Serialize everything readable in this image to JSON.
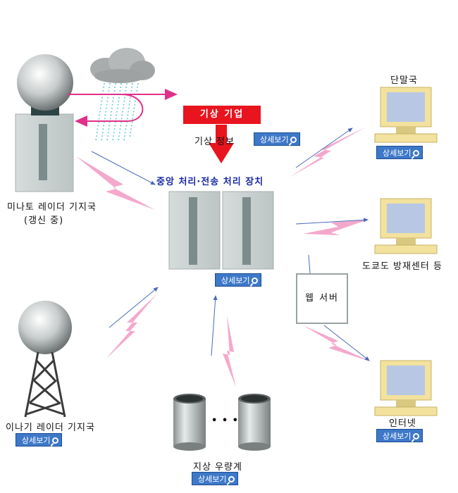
{
  "labels": {
    "minato": "미나토 레이더 기지국",
    "minato_sub": "(갱신 중)",
    "weather_company": "기상 기업",
    "weather_info": "기상 정보",
    "central": "중앙 처리·전송 처리 장치",
    "terminal": "단말국",
    "tokyo": "도쿄도 방재센터 등",
    "web_server": "웹 서버",
    "internet": "인터넷",
    "inagi": "이나기 레이더 기지국",
    "gauge": "지상 우량계",
    "ellipsis": "• • •"
  },
  "buttons": {
    "detail": "상세보기"
  },
  "colors": {
    "accent_red": "#e8141e",
    "button_blue": "#3e78c8",
    "lightning_pink": "#f4a0c8",
    "arrow_blue": "#4a6ab8",
    "rain_cyan": "#66c8d8"
  }
}
